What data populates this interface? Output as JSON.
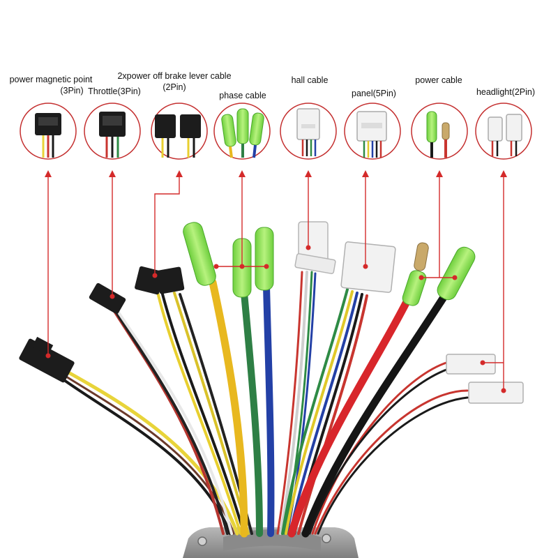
{
  "labels": {
    "power_magnetic_point_1": "power magnetic point",
    "power_magnetic_point_2": "(3Pin)",
    "throttle": "Throttle(3Pin)",
    "brake_1": "2xpower off brake lever cable",
    "brake_2": "(2Pin)",
    "phase": "phase cable",
    "hall": "hall cable",
    "panel": "panel(5Pin)",
    "power": "power cable",
    "headlight": "headlight(2Pin)"
  },
  "colors": {
    "leader": "#d42a2a",
    "circle_border": "#c42f2f",
    "connector_black": "#1c1c1c",
    "connector_white": "#f2f2f2",
    "sleeve_green": "#8fe35a",
    "wire_yellow": "#e8c21f",
    "wire_green": "#2e8b45",
    "wire_blue": "#1f3fa8",
    "wire_red": "#d8262b",
    "wire_black": "#151515",
    "wire_white": "#e6e6e6",
    "controller": "#9c9c9c"
  }
}
